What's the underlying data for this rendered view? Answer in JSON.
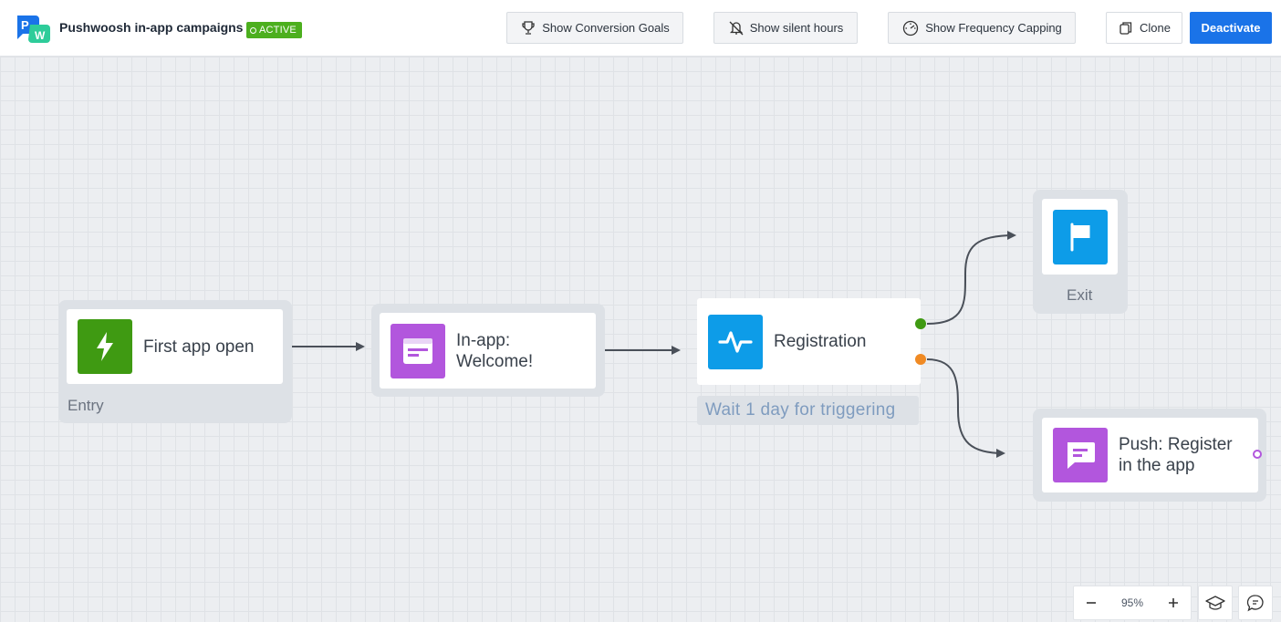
{
  "header": {
    "title": "Pushwoosh in-app campaigns",
    "status_badge": "ACTIVE",
    "buttons": {
      "conversion_goals": "Show Conversion Goals",
      "silent_hours": "Show silent hours",
      "frequency_capping": "Show Frequency Capping",
      "clone": "Clone",
      "deactivate": "Deactivate"
    }
  },
  "flow": {
    "nodes": {
      "entry": {
        "label": "First app open",
        "caption": "Entry",
        "icon": "lightning-icon",
        "color": "#3f9a12"
      },
      "inapp": {
        "label_line1": "In-app:",
        "label_line2": "Welcome!",
        "icon": "inapp-message-icon",
        "color": "#b256dd"
      },
      "registration": {
        "label": "Registration",
        "caption": "Wait 1 day for triggering",
        "icon": "pulse-icon",
        "color": "#0d9ce8"
      },
      "exit": {
        "caption": "Exit",
        "icon": "flag-icon",
        "color": "#0d9ce8"
      },
      "push": {
        "label_line1": "Push: Register",
        "label_line2": "in the app",
        "icon": "push-message-icon",
        "color": "#b256dd"
      }
    },
    "ports": {
      "yes_color": "#3f9a12",
      "no_color": "#f08a24"
    }
  },
  "zoom": {
    "value": "95%"
  },
  "colors": {
    "primary": "#1a73e8",
    "active": "#4caf1e",
    "edge": "#4a5059"
  }
}
